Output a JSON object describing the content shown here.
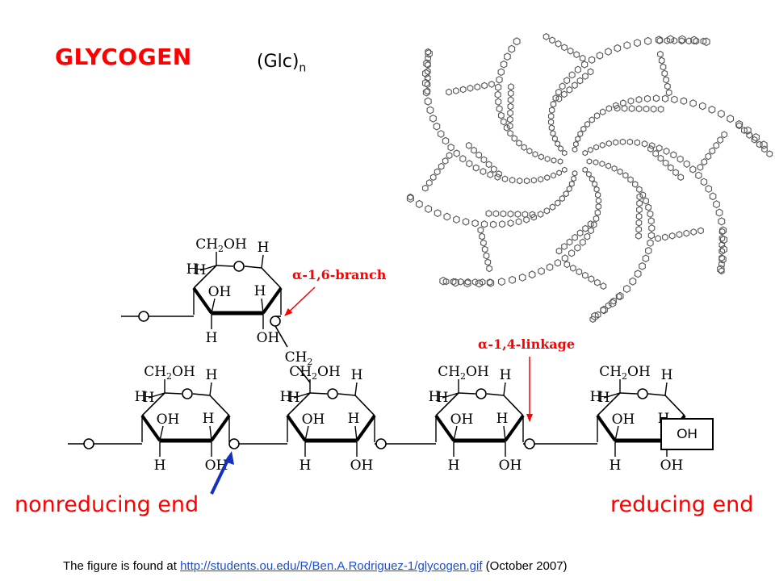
{
  "header": {
    "title": "GLYCOGEN",
    "formula_main": "(Glc)",
    "formula_sub": "n"
  },
  "structure": {
    "atoms": {
      "H": "H",
      "OH": "OH",
      "O": "O",
      "CH2OH_main": "CH",
      "CH2OH_sub": "2",
      "CH2OH_tail": "OH",
      "CH2_main": "CH",
      "CH2_sub": "2"
    },
    "branch_label": "α-1,6-branch",
    "linkage_label": "α-1,4-linkage",
    "reducing_oh": "OH"
  },
  "ends": {
    "nonreducing": "nonreducing end",
    "reducing": "reducing end"
  },
  "footnote": {
    "prefix": "The figure is found at ",
    "link": "http://students.ou.edu/R/Ben.A.Rodriguez-1/glycogen.gif",
    "suffix": " (October 2007)"
  },
  "colors": {
    "accent": "#ff0000",
    "link": "#1a4fd8",
    "arrow_blue": "#1530c0"
  }
}
